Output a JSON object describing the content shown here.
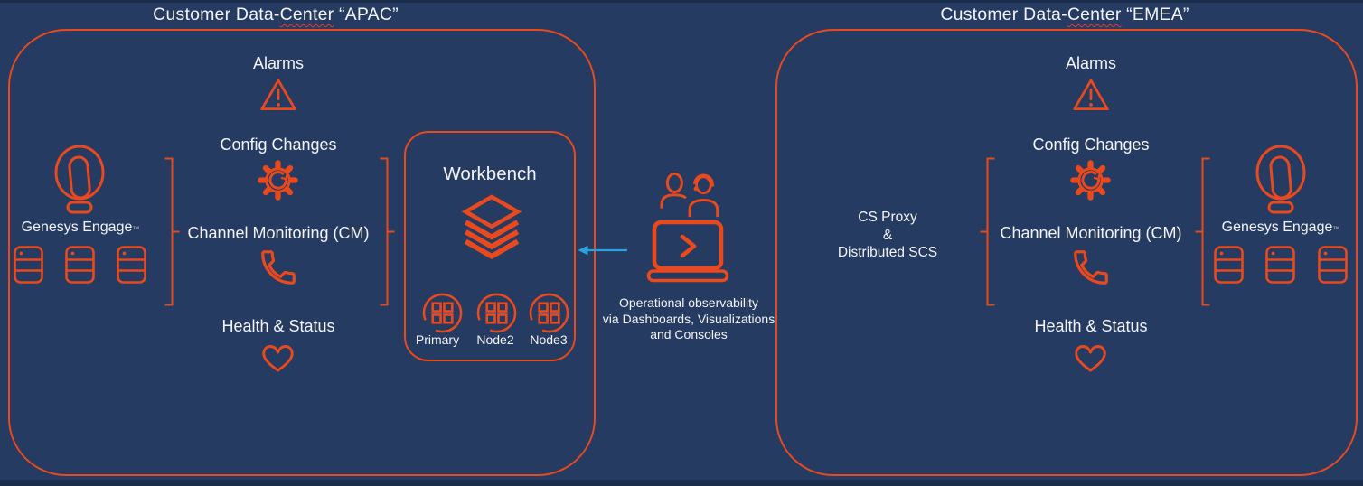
{
  "colors": {
    "background": "#253b61",
    "edge_strip": "#1c2c4c",
    "accent_orange": "#e8491d",
    "arrow_blue": "#29a4dd",
    "squiggle_red": "#e8392e",
    "text": "#f4f4f4"
  },
  "left_dc": {
    "title": {
      "prefix": "Customer Data-",
      "underlined": "Center",
      "suffix": " “APAC”"
    },
    "genesys": {
      "label": "Genesys Engage",
      "trademark": "™",
      "server_count": 3,
      "icons": {
        "logo": "genesys-logo-icon",
        "server": "server-icon"
      }
    },
    "monitoring": {
      "items": [
        {
          "label": "Alarms",
          "icon": "warning-triangle-icon"
        },
        {
          "label": "Config Changes",
          "icon": "gear-icon"
        },
        {
          "label": "Channel Monitoring (CM)",
          "icon": "phone-handset-icon"
        },
        {
          "label": "Health & Status",
          "icon": "heart-icon"
        }
      ]
    },
    "workbench": {
      "title": "Workbench",
      "icon": "layers-stack-icon",
      "nodes": [
        {
          "label": "Primary",
          "icon": "node-cluster-icon"
        },
        {
          "label": "Node2",
          "icon": "node-cluster-icon"
        },
        {
          "label": "Node3",
          "icon": "node-cluster-icon"
        }
      ]
    }
  },
  "middle": {
    "icons": {
      "people": "support-team-icon",
      "laptop": "laptop-terminal-icon",
      "arrow": "arrow-left-icon"
    },
    "caption_lines": [
      "Operational observability",
      "via Dashboards, Visualizations",
      "and Consoles"
    ]
  },
  "right_dc": {
    "title": {
      "prefix": "Customer Data-",
      "underlined": "Center",
      "suffix": " “EMEA”"
    },
    "cs_proxy": {
      "lines": [
        "CS Proxy",
        "&",
        "Distributed SCS"
      ]
    },
    "monitoring": {
      "items": [
        {
          "label": "Alarms",
          "icon": "warning-triangle-icon"
        },
        {
          "label": "Config Changes",
          "icon": "gear-icon"
        },
        {
          "label": "Channel Monitoring (CM)",
          "icon": "phone-handset-icon"
        },
        {
          "label": "Health & Status",
          "icon": "heart-icon"
        }
      ]
    },
    "genesys": {
      "label": "Genesys Engage",
      "trademark": "™",
      "server_count": 3,
      "icons": {
        "logo": "genesys-logo-icon",
        "server": "server-icon"
      }
    }
  }
}
